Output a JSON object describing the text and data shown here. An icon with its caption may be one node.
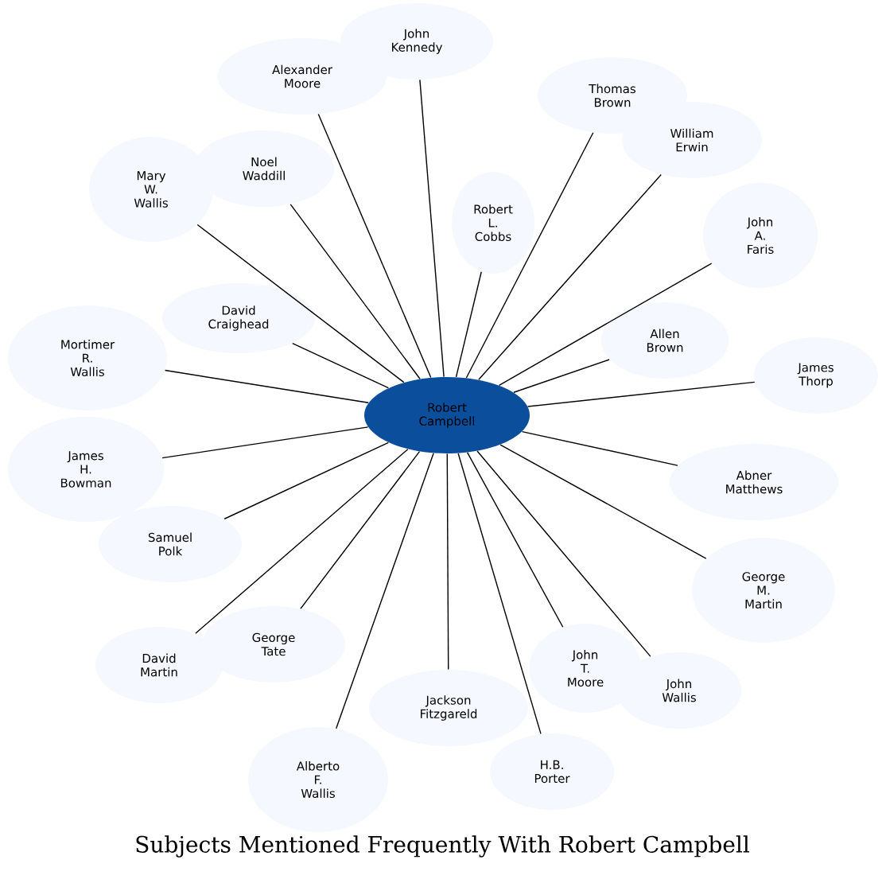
{
  "diagram": {
    "title": "Subjects Mentioned Frequently With Robert Campbell",
    "nodes": [
      {
        "text": [
          "Robert Campbell"
        ]
      },
      {
        "text": [
          "Alexander Moore"
        ]
      },
      {
        "text": [
          "John Kennedy"
        ]
      },
      {
        "text": [
          "Thomas Brown"
        ]
      },
      {
        "text": [
          "William Erwin"
        ]
      },
      {
        "text": [
          "Noel Waddill"
        ]
      },
      {
        "text": [
          "Mary W. Wallis"
        ]
      },
      {
        "text": [
          "Robert L. Cobbs"
        ]
      },
      {
        "text": [
          "John A. Faris"
        ]
      },
      {
        "text": [
          "Mortimer R. Wallis"
        ]
      },
      {
        "text": [
          "David Craighead"
        ]
      },
      {
        "text": [
          "Allen Brown"
        ]
      },
      {
        "text": [
          "James Thorp"
        ]
      },
      {
        "text": [
          "James H. Bowman"
        ]
      },
      {
        "text": [
          "Samuel Polk"
        ]
      },
      {
        "text": [
          "Abner Matthews"
        ]
      },
      {
        "text": [
          "George M. Martin"
        ]
      },
      {
        "text": [
          "John T. Moore"
        ]
      },
      {
        "text": [
          "David Martin"
        ]
      },
      {
        "text": [
          "George Tate"
        ]
      },
      {
        "text": [
          "John Wallis"
        ]
      },
      {
        "text": [
          "Jackson Fitzgareld"
        ]
      },
      {
        "text": [
          "H.B. Porter"
        ]
      },
      {
        "text": [
          "Alberto F. Wallis"
        ]
      }
    ],
    "edges": [
      {
        "from": 0,
        "to": 1,
        "arrow": "none"
      },
      {
        "from": 0,
        "to": 2,
        "arrow": "none"
      },
      {
        "from": 0,
        "to": 3,
        "arrow": "none"
      },
      {
        "from": 0,
        "to": 4,
        "arrow": "none"
      },
      {
        "from": 0,
        "to": 5,
        "arrow": "none"
      },
      {
        "from": 0,
        "to": 6,
        "arrow": "none"
      },
      {
        "from": 0,
        "to": 7,
        "arrow": "none"
      },
      {
        "from": 0,
        "to": 8,
        "arrow": "none"
      },
      {
        "from": 0,
        "to": 9,
        "arrow": "none"
      },
      {
        "from": 0,
        "to": 10,
        "arrow": "none"
      },
      {
        "from": 0,
        "to": 11,
        "arrow": "none"
      },
      {
        "from": 0,
        "to": 12,
        "arrow": "none"
      },
      {
        "from": 0,
        "to": 13,
        "arrow": "none"
      },
      {
        "from": 0,
        "to": 14,
        "arrow": "none"
      },
      {
        "from": 0,
        "to": 15,
        "arrow": "none"
      },
      {
        "from": 0,
        "to": 16,
        "arrow": "none"
      },
      {
        "from": 0,
        "to": 17,
        "arrow": "none"
      },
      {
        "from": 0,
        "to": 18,
        "arrow": "none"
      },
      {
        "from": 0,
        "to": 19,
        "arrow": "none"
      },
      {
        "from": 0,
        "to": 20,
        "arrow": "none"
      },
      {
        "from": 0,
        "to": 21,
        "arrow": "none"
      },
      {
        "from": 0,
        "to": 22,
        "arrow": "none"
      },
      {
        "from": 0,
        "to": 23,
        "arrow": "none"
      }
    ]
  }
}
